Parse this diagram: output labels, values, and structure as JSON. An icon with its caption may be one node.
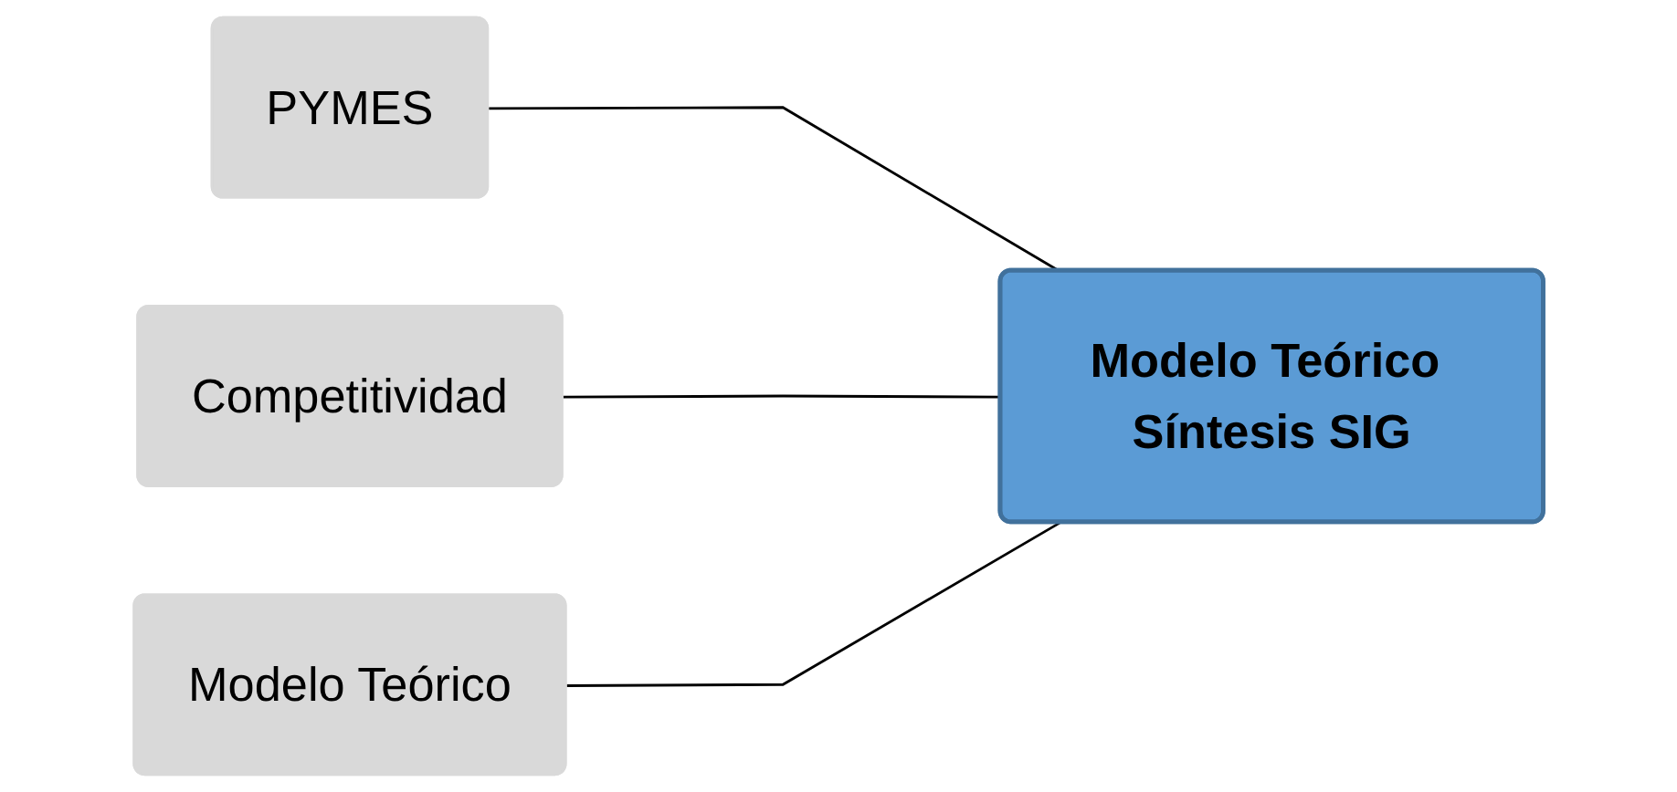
{
  "diagram": {
    "nodes": [
      {
        "text": [
          "PYMES"
        ]
      },
      {
        "text": [
          "Competitividad"
        ]
      },
      {
        "text": [
          "Modelo Teórico"
        ]
      },
      {
        "text": [
          "Modelo Teórico Síntesis SIG"
        ]
      }
    ],
    "edges": [
      {
        "from": 0,
        "to": 3,
        "arrow": "none"
      },
      {
        "from": 1,
        "to": 3,
        "arrow": "none"
      },
      {
        "from": 2,
        "to": 3,
        "arrow": "none"
      }
    ]
  }
}
